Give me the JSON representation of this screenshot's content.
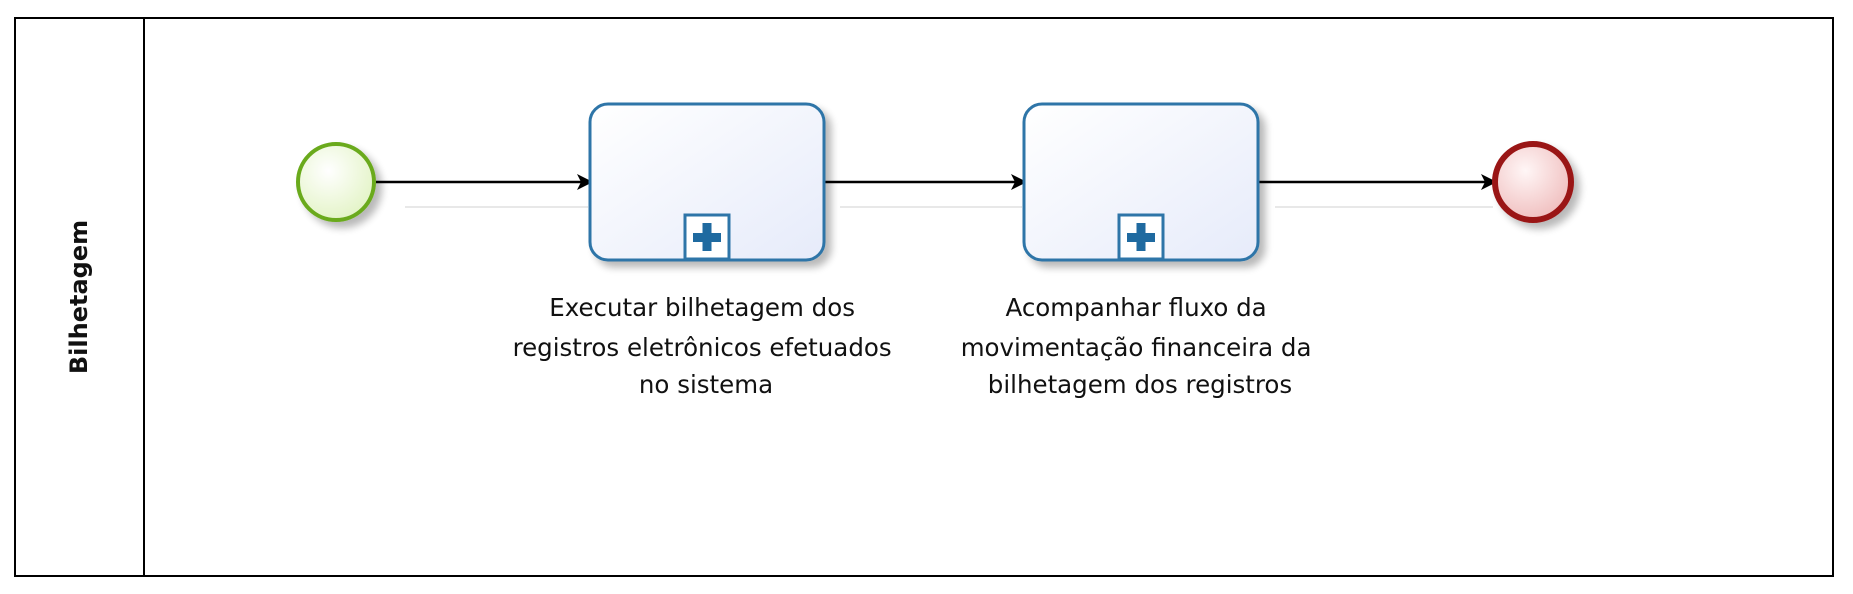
{
  "pool": {
    "lane_label": "Bilhetagem"
  },
  "tasks": [
    {
      "type": "collapsed-subprocess",
      "label_lines": [
        "Executar bilhetagem dos",
        "registros eletrônicos efetuados",
        "no sistema"
      ]
    },
    {
      "type": "collapsed-subprocess",
      "label_lines": [
        "Acompanhar fluxo da",
        "movimentação financeira da",
        "bilhetagem dos registros"
      ]
    }
  ],
  "events": {
    "start": "start-event",
    "end": "end-event"
  },
  "colors": {
    "start_stroke": "#6aaa1e",
    "start_fill": "#eef8d6",
    "end_stroke": "#9a1515",
    "end_fill": "#f6d3d3",
    "task_stroke": "#2e75a8",
    "task_fill": "#eef2fb",
    "flow_stroke": "#000000",
    "frame_stroke": "#000000"
  }
}
